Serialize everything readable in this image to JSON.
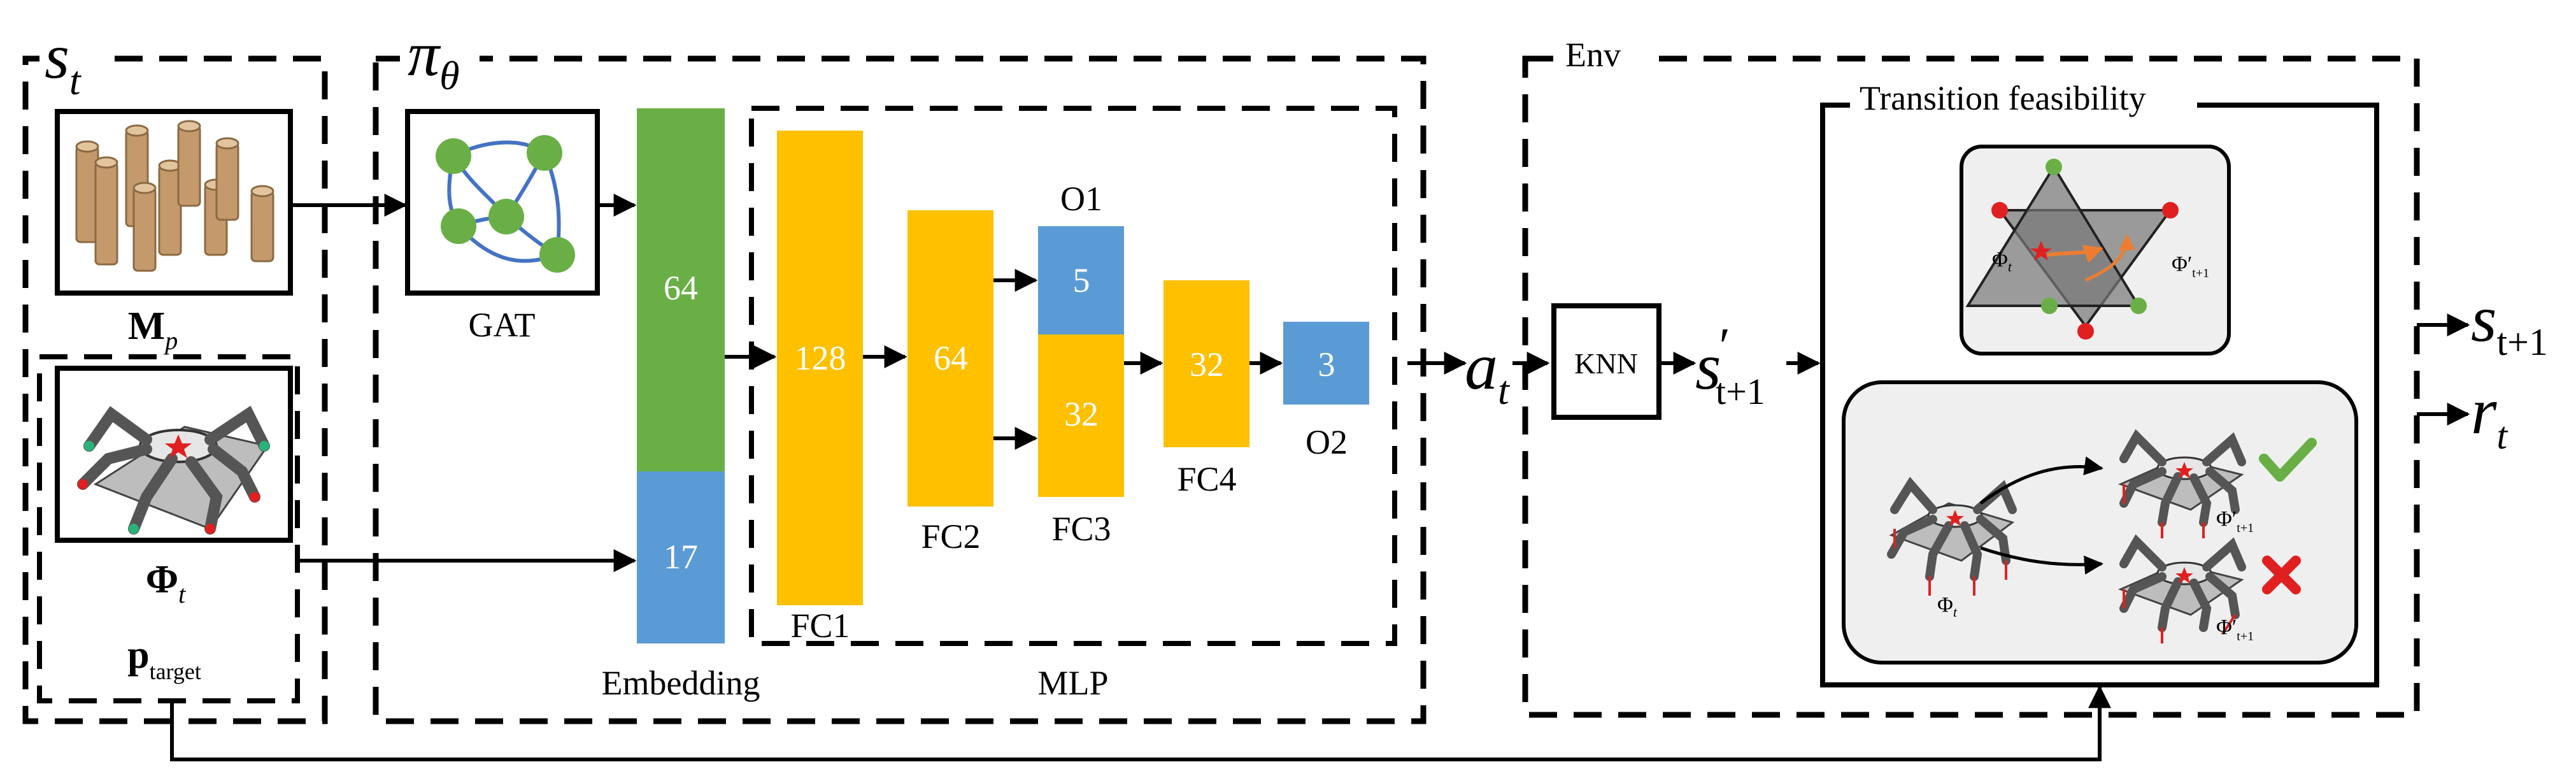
{
  "colors": {
    "green": "#6aaf46",
    "orange": "#ffc000",
    "blue": "#5b9bd5",
    "node_green": "#6aaf46",
    "node_edge": "#4472c4",
    "dashed": "#000000",
    "robot_gray": "#555555",
    "panel_gray": "#efefef"
  },
  "state": {
    "title_base": "s",
    "title_sub": "t",
    "map_label_base": "M",
    "map_label_sub": "p",
    "pose_label_base": "Φ",
    "pose_label_sub": "t",
    "target_label_base": "p",
    "target_label_sub": "target"
  },
  "policy": {
    "title_base": "π",
    "title_sub": "θ",
    "gat_label": "GAT",
    "embedding_top": "64",
    "embedding_bottom": "17",
    "embedding_label": "Embedding",
    "mlp_label": "MLP",
    "fc1_value": "128",
    "fc1_label": "FC1",
    "fc2_value": "64",
    "fc2_label": "FC2",
    "o1_value": "5",
    "o1_label": "O1",
    "fc3_value": "32",
    "fc3_label": "FC3",
    "fc4_value": "32",
    "fc4_label": "FC4",
    "o2_value": "3",
    "o2_label": "O2"
  },
  "action": {
    "base": "a",
    "sub": "t"
  },
  "env": {
    "title": "Env",
    "knn_label": "KNN",
    "next_state_base": "s",
    "next_state_prime": "′",
    "next_state_sub": "t+1",
    "transition_title": "Transition feasibility",
    "phi_t_base": "Φ",
    "phi_t_sub": "t",
    "phi_next_base": "Φ′",
    "phi_next_sub": "t+1",
    "feasible_icon": "check-icon",
    "infeasible_icon": "cross-icon"
  },
  "outputs": {
    "state_base": "s",
    "state_sub": "t+1",
    "reward_base": "r",
    "reward_sub": "t"
  }
}
